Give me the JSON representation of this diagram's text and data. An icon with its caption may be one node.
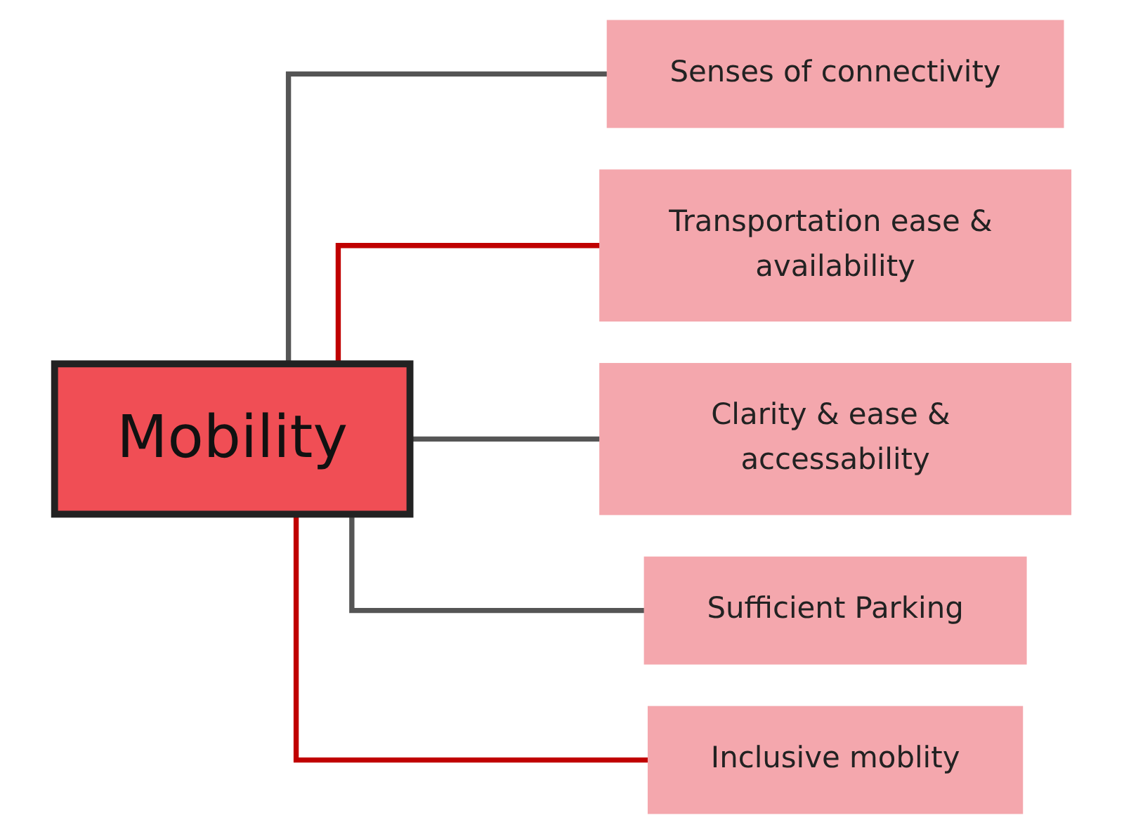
{
  "diagram": {
    "nodes": [
      {
        "text": [
          "Mobility"
        ]
      },
      {
        "text": [
          "Senses of connectivity"
        ]
      },
      {
        "text": [
          "Transportation ease & availability"
        ]
      },
      {
        "text": [
          "Clarity & ease & accessability"
        ]
      },
      {
        "text": [
          "Sufficient Parking"
        ]
      },
      {
        "text": [
          "Inclusive moblity"
        ]
      }
    ],
    "edges": [
      {
        "from": 0,
        "to": 1,
        "arrow": "none"
      },
      {
        "from": 0,
        "to": 2,
        "arrow": "none",
        "color": "#c00000"
      },
      {
        "from": 0,
        "to": 3,
        "arrow": "none"
      },
      {
        "from": 0,
        "to": 4,
        "arrow": "none"
      },
      {
        "from": 0,
        "to": 5,
        "arrow": "none",
        "color": "#c00000"
      }
    ]
  }
}
